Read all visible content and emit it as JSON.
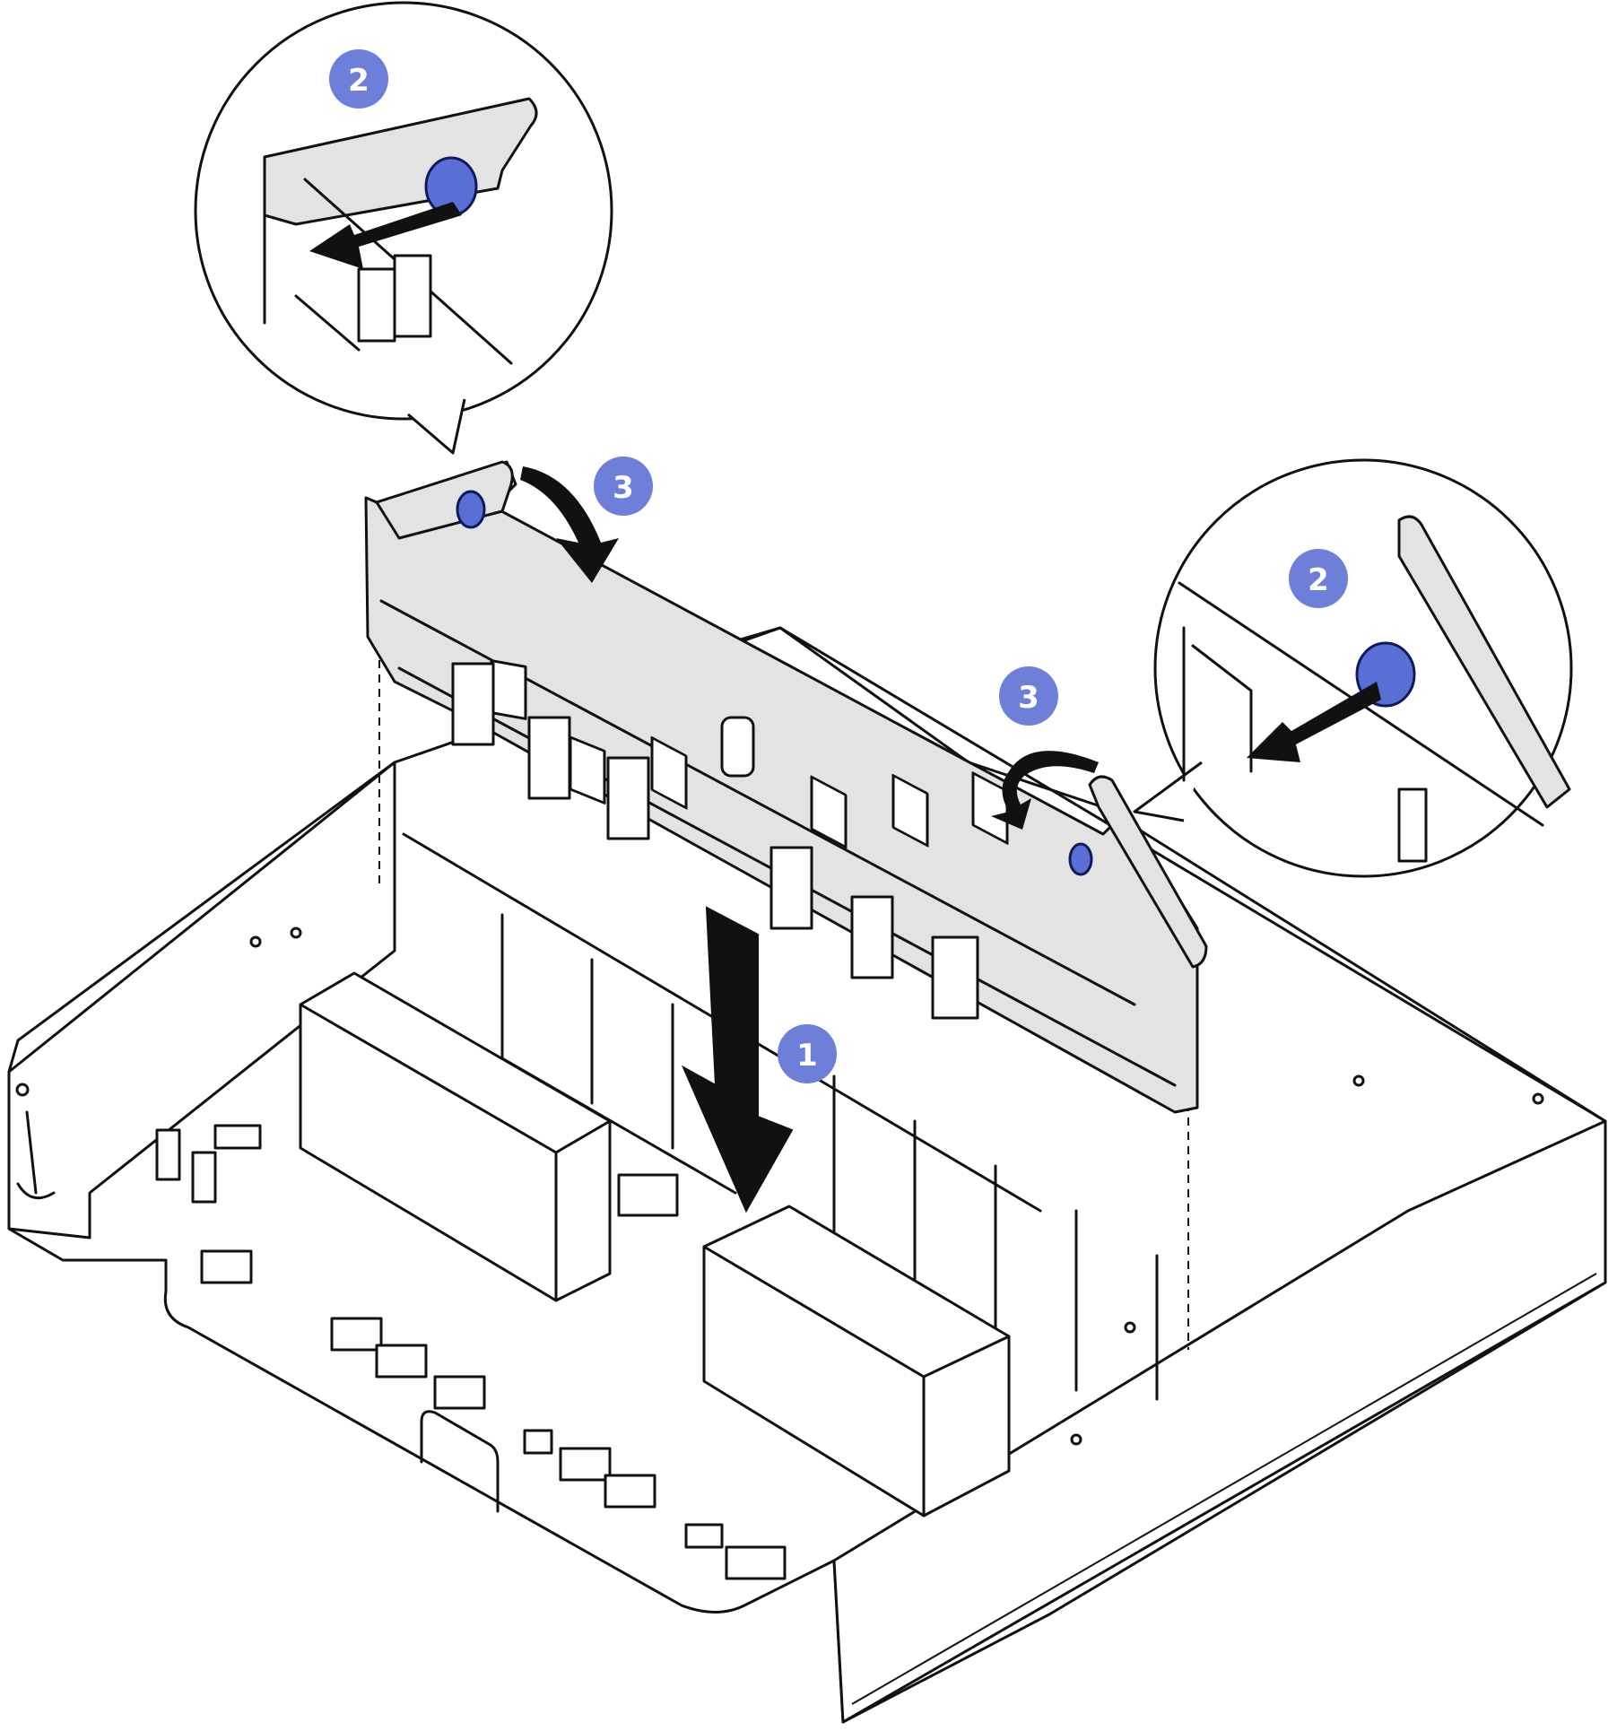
{
  "figure": {
    "accent_color": "#6d7fd8",
    "badge_text_color": "#ffffff",
    "plunger_color": "#5a6fd6",
    "steps": [
      {
        "id": "step-1",
        "label": "1",
        "action": "lower-backplane-into-chassis"
      },
      {
        "id": "step-2-left",
        "label": "2",
        "action": "pull-plunger-left"
      },
      {
        "id": "step-2-right",
        "label": "2",
        "action": "pull-plunger-right"
      },
      {
        "id": "step-3-left",
        "label": "3",
        "action": "rotate-latch-down-left"
      },
      {
        "id": "step-3-right",
        "label": "3",
        "action": "rotate-latch-down-right"
      }
    ],
    "icons": [
      "down-arrow-icon",
      "curved-arrow-icon",
      "pull-arrow-icon",
      "plunger-icon"
    ]
  }
}
